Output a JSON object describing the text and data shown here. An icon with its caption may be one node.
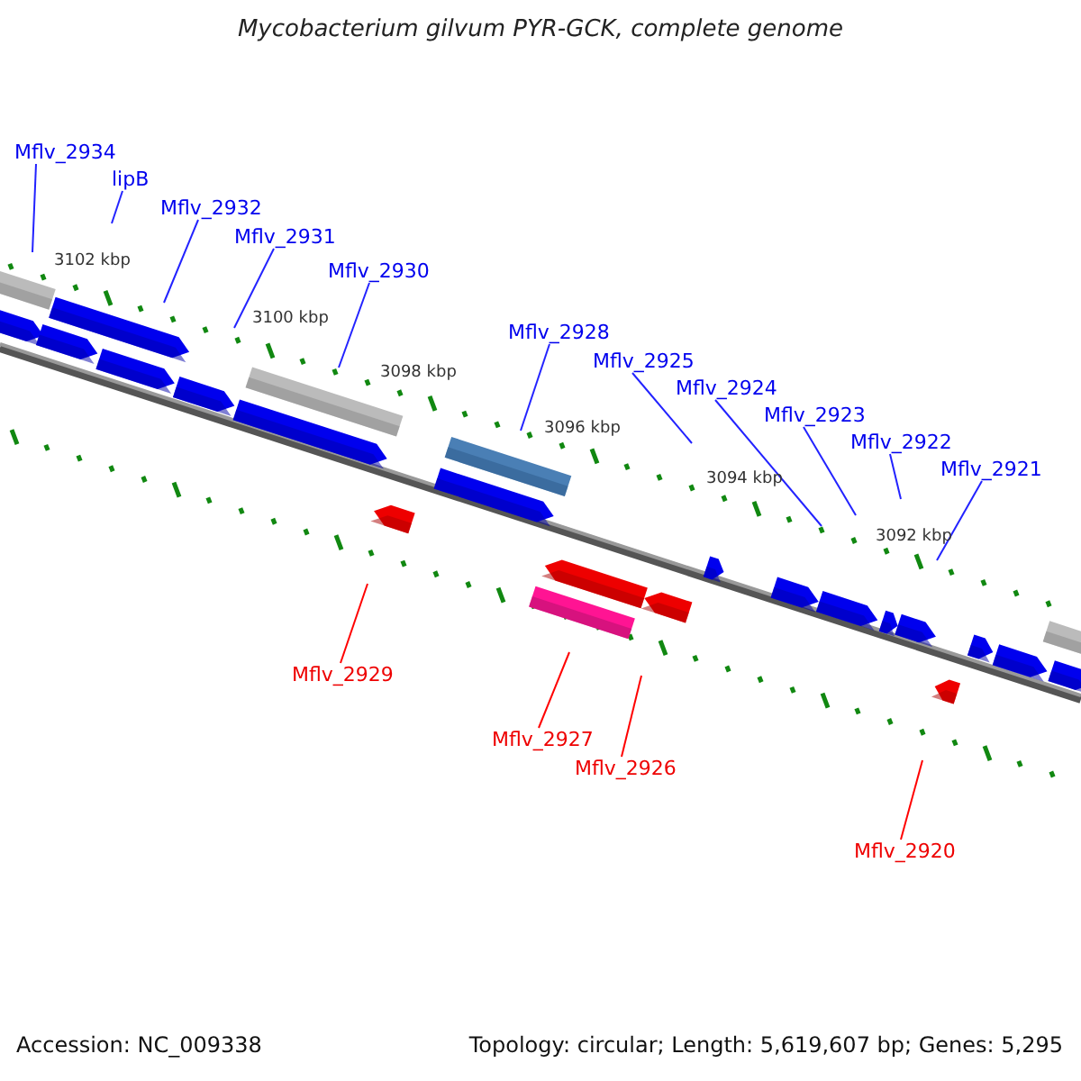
{
  "diagram": {
    "title": "Mycobacterium gilvum PYR-GCK, complete genome",
    "nodes": [
      {
        "text": [
          "Mflv_2934"
        ]
      },
      {
        "text": [
          "lipB"
        ]
      },
      {
        "text": [
          "Mflv_2932"
        ]
      },
      {
        "text": [
          "Mflv_2931"
        ]
      },
      {
        "text": [
          "Mflv_2930"
        ]
      },
      {
        "text": [
          "Mflv_2928"
        ]
      },
      {
        "text": [
          "Mflv_2925"
        ]
      },
      {
        "text": [
          "Mflv_2924"
        ]
      },
      {
        "text": [
          "Mflv_2923"
        ]
      },
      {
        "text": [
          "Mflv_2922"
        ]
      },
      {
        "text": [
          "Mflv_2921"
        ]
      },
      {
        "text": [
          "Mflv_2929"
        ]
      },
      {
        "text": [
          "Mflv_2927"
        ]
      },
      {
        "text": [
          "Mflv_2926"
        ]
      },
      {
        "text": [
          "Mflv_2920"
        ]
      }
    ],
    "edges": [
      {
        "from": 0,
        "to": null,
        "arrow": "none"
      },
      {
        "from": 1,
        "to": null,
        "arrow": "none"
      },
      {
        "from": 2,
        "to": null,
        "arrow": "none"
      },
      {
        "from": 3,
        "to": null,
        "arrow": "none"
      },
      {
        "from": 4,
        "to": null,
        "arrow": "none"
      },
      {
        "from": 5,
        "to": null,
        "arrow": "none"
      },
      {
        "from": 6,
        "to": null,
        "arrow": "none"
      },
      {
        "from": 7,
        "to": null,
        "arrow": "none"
      },
      {
        "from": 8,
        "to": null,
        "arrow": "none"
      },
      {
        "from": 9,
        "to": null,
        "arrow": "none"
      },
      {
        "from": 10,
        "to": null,
        "arrow": "none"
      },
      {
        "from": 11,
        "to": null,
        "arrow": "none",
        "color": "#ff0000"
      },
      {
        "from": 12,
        "to": null,
        "arrow": "none",
        "color": "#ff0000"
      },
      {
        "from": 13,
        "to": null,
        "arrow": "none",
        "color": "#ff0000"
      },
      {
        "from": 14,
        "to": null,
        "arrow": "none",
        "color": "#ff0000"
      }
    ],
    "labels": [
      "3102 kbp",
      "3100 kbp",
      "3098 kbp",
      "3096 kbp",
      "3094 kbp",
      "3092 kbp",
      "Accession: NC_009338",
      "Topology: circular; Length: 5,619,607 bp; Genes: 5,295"
    ]
  }
}
